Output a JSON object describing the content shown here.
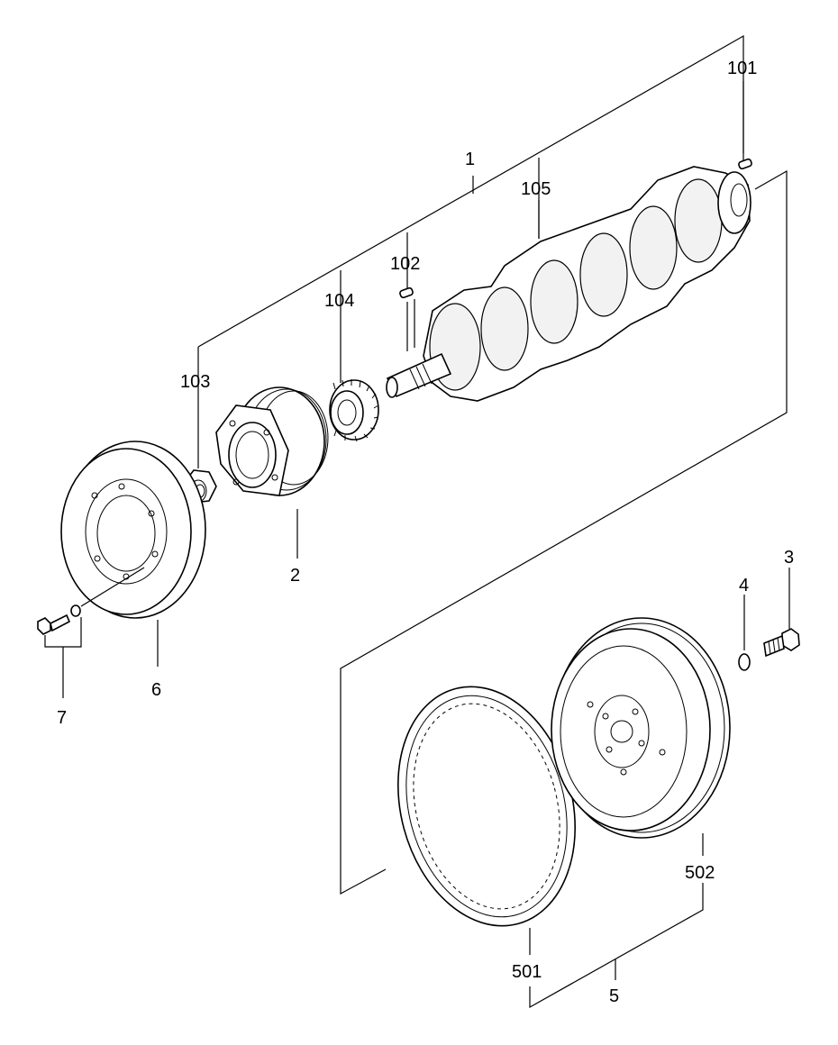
{
  "diagram": {
    "labels": {
      "l1": "1",
      "l2": "2",
      "l3": "3",
      "l4": "4",
      "l5": "5",
      "l6": "6",
      "l7": "7",
      "l101": "101",
      "l102": "102",
      "l103": "103",
      "l104": "104",
      "l105": "105",
      "l501": "501",
      "l502": "502"
    }
  }
}
